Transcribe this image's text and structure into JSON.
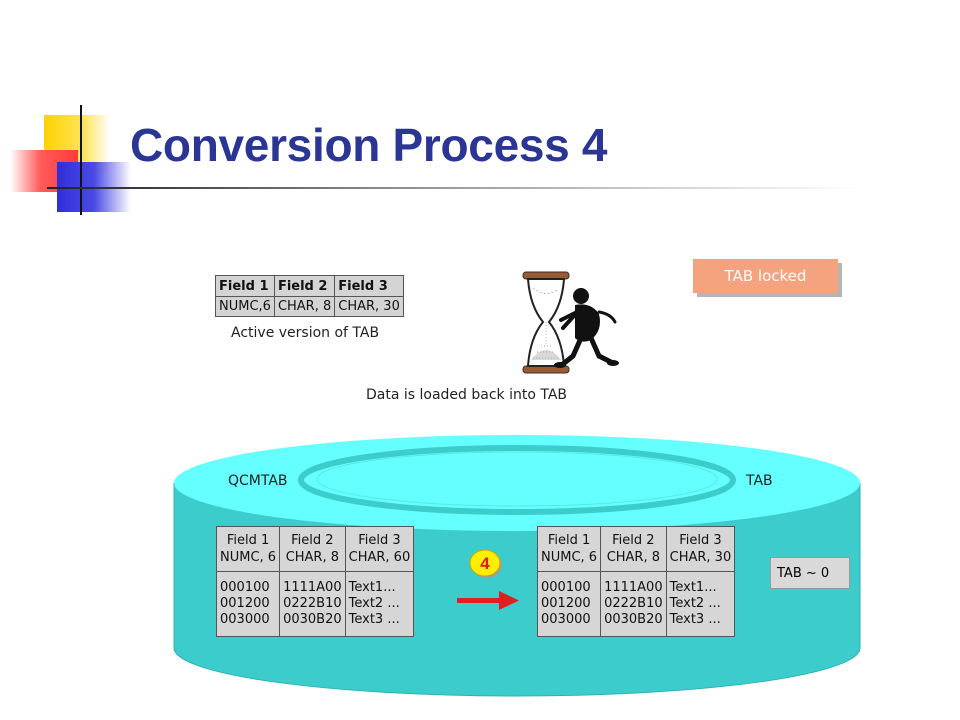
{
  "slide": {
    "title": "Conversion Process 4"
  },
  "active_table": {
    "headers": [
      "Field 1",
      "Field 2",
      "Field 3"
    ],
    "types": [
      "NUMC,6",
      "CHAR, 8",
      "CHAR, 30"
    ],
    "caption": "Active version of TAB"
  },
  "status_badge": "TAB locked",
  "loading_caption": "Data is loaded back into TAB",
  "database": {
    "left_label": "QCMTAB",
    "right_label": "TAB",
    "source_table": {
      "fields": [
        "Field 1",
        "Field 2",
        "Field 3"
      ],
      "types": [
        "NUMC, 6",
        "CHAR, 8",
        "CHAR, 60"
      ],
      "col1": [
        "000100",
        "001200",
        "003000"
      ],
      "col2": [
        "1111A00",
        "0222B10",
        "0030B20"
      ],
      "col3": [
        "Text1...",
        "Text2 ...",
        "Text3 ..."
      ]
    },
    "target_table": {
      "fields": [
        "Field 1",
        "Field 2",
        "Field 3"
      ],
      "types": [
        "NUMC, 6",
        "CHAR, 8",
        "CHAR, 30"
      ],
      "col1": [
        "000100",
        "001200",
        "003000"
      ],
      "col2": [
        "1111A00",
        "0222B10",
        "0030B20"
      ],
      "col3": [
        "Text1...",
        "Text2 ...",
        "Text3 ..."
      ]
    },
    "step_number": "4",
    "size_box": "TAB ~ 0"
  },
  "colors": {
    "title": "#2b3594",
    "cylinder": "#3ccccc",
    "cylinder_top": "#66ffff",
    "badge": "#f5a27e",
    "arrow": "#e21f1f",
    "step_circle": "#ffee00"
  },
  "icons": {
    "hourglass": "hourglass-icon",
    "person": "pushing-person-icon",
    "arrow": "arrow-right-icon"
  }
}
